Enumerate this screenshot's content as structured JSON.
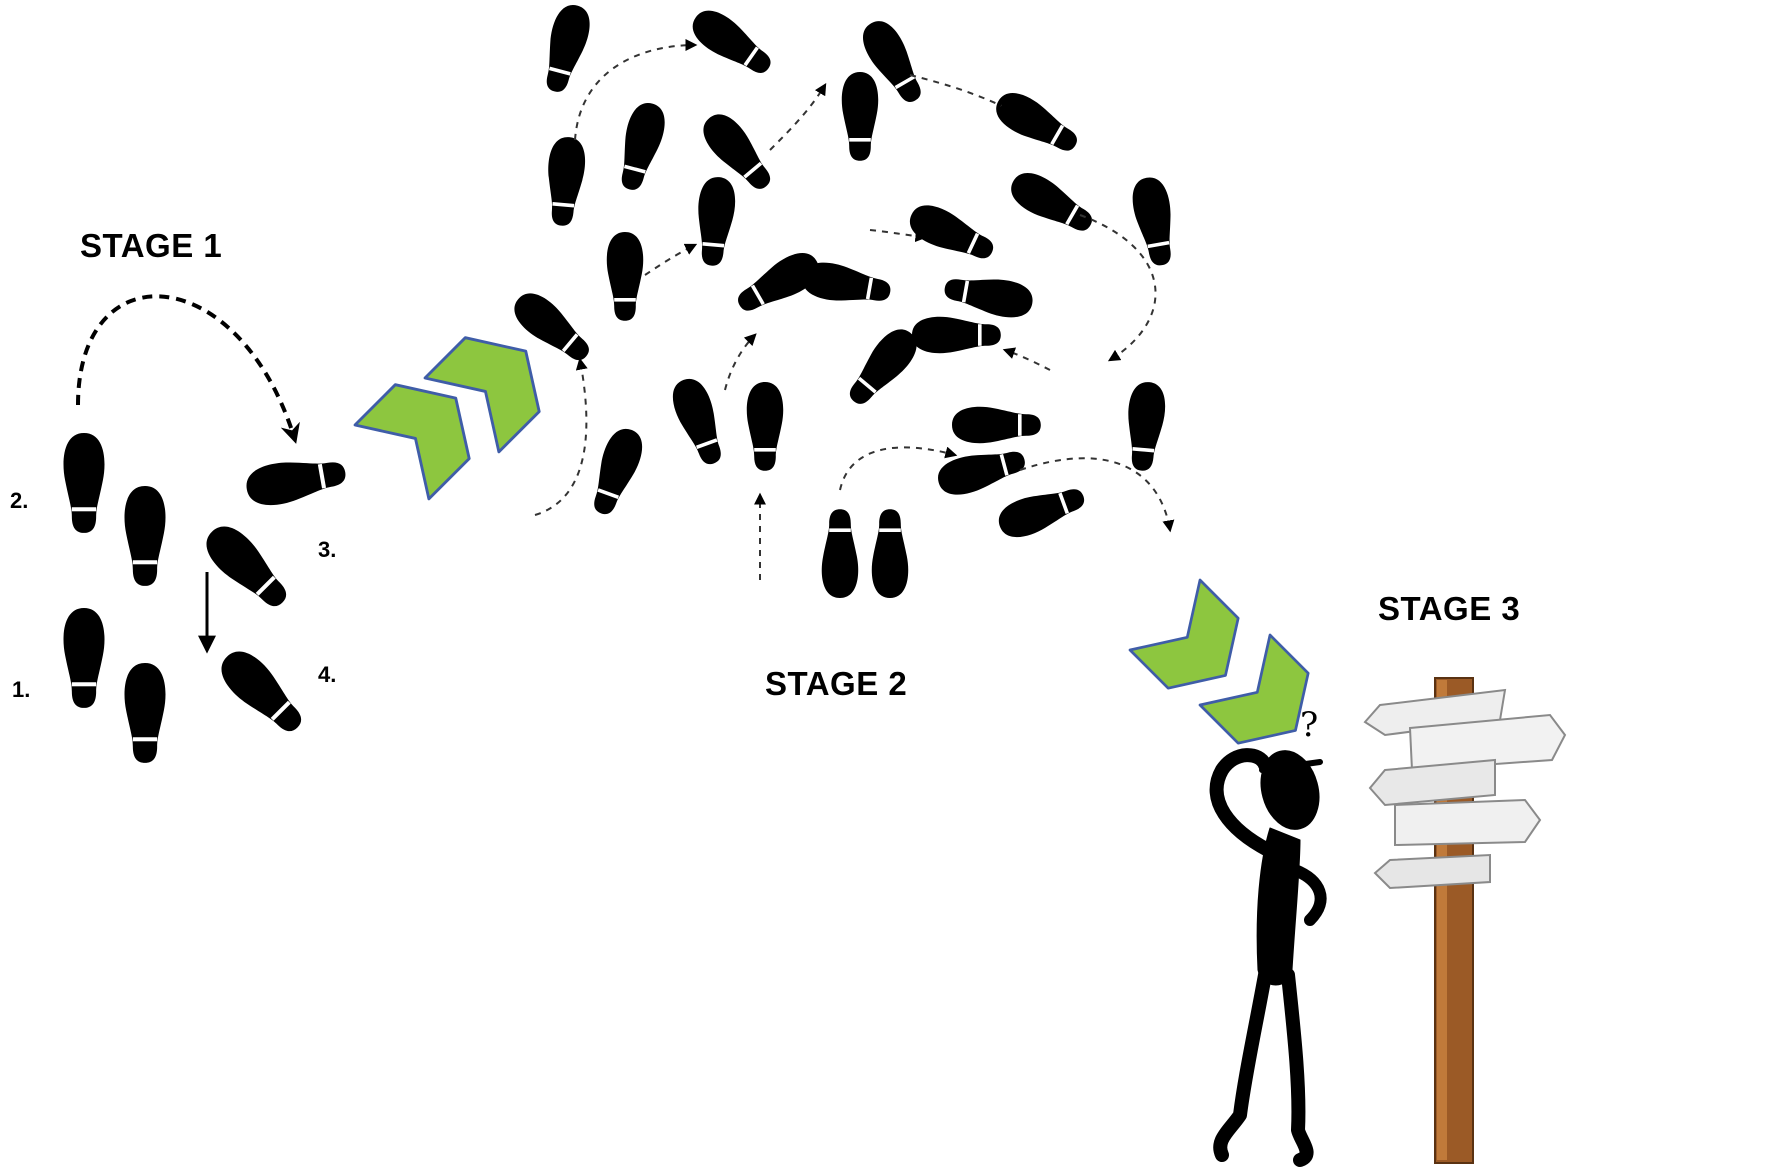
{
  "stages": {
    "stage1": "STAGE 1",
    "stage2": "STAGE 2",
    "stage3": "STAGE 3"
  },
  "steps": [
    "1.",
    "2.",
    "3.",
    "4."
  ],
  "question_mark": "?",
  "colors": {
    "foot": "#000000",
    "chevron_fill": "#8dc63f",
    "chevron_stroke": "#3f5da8",
    "post": "#9b5a26",
    "sign": "#eeeeee"
  },
  "icons": [
    "footprint-icon",
    "chevron-arrow-icon",
    "thinking-man-icon",
    "signpost-icon"
  ]
}
